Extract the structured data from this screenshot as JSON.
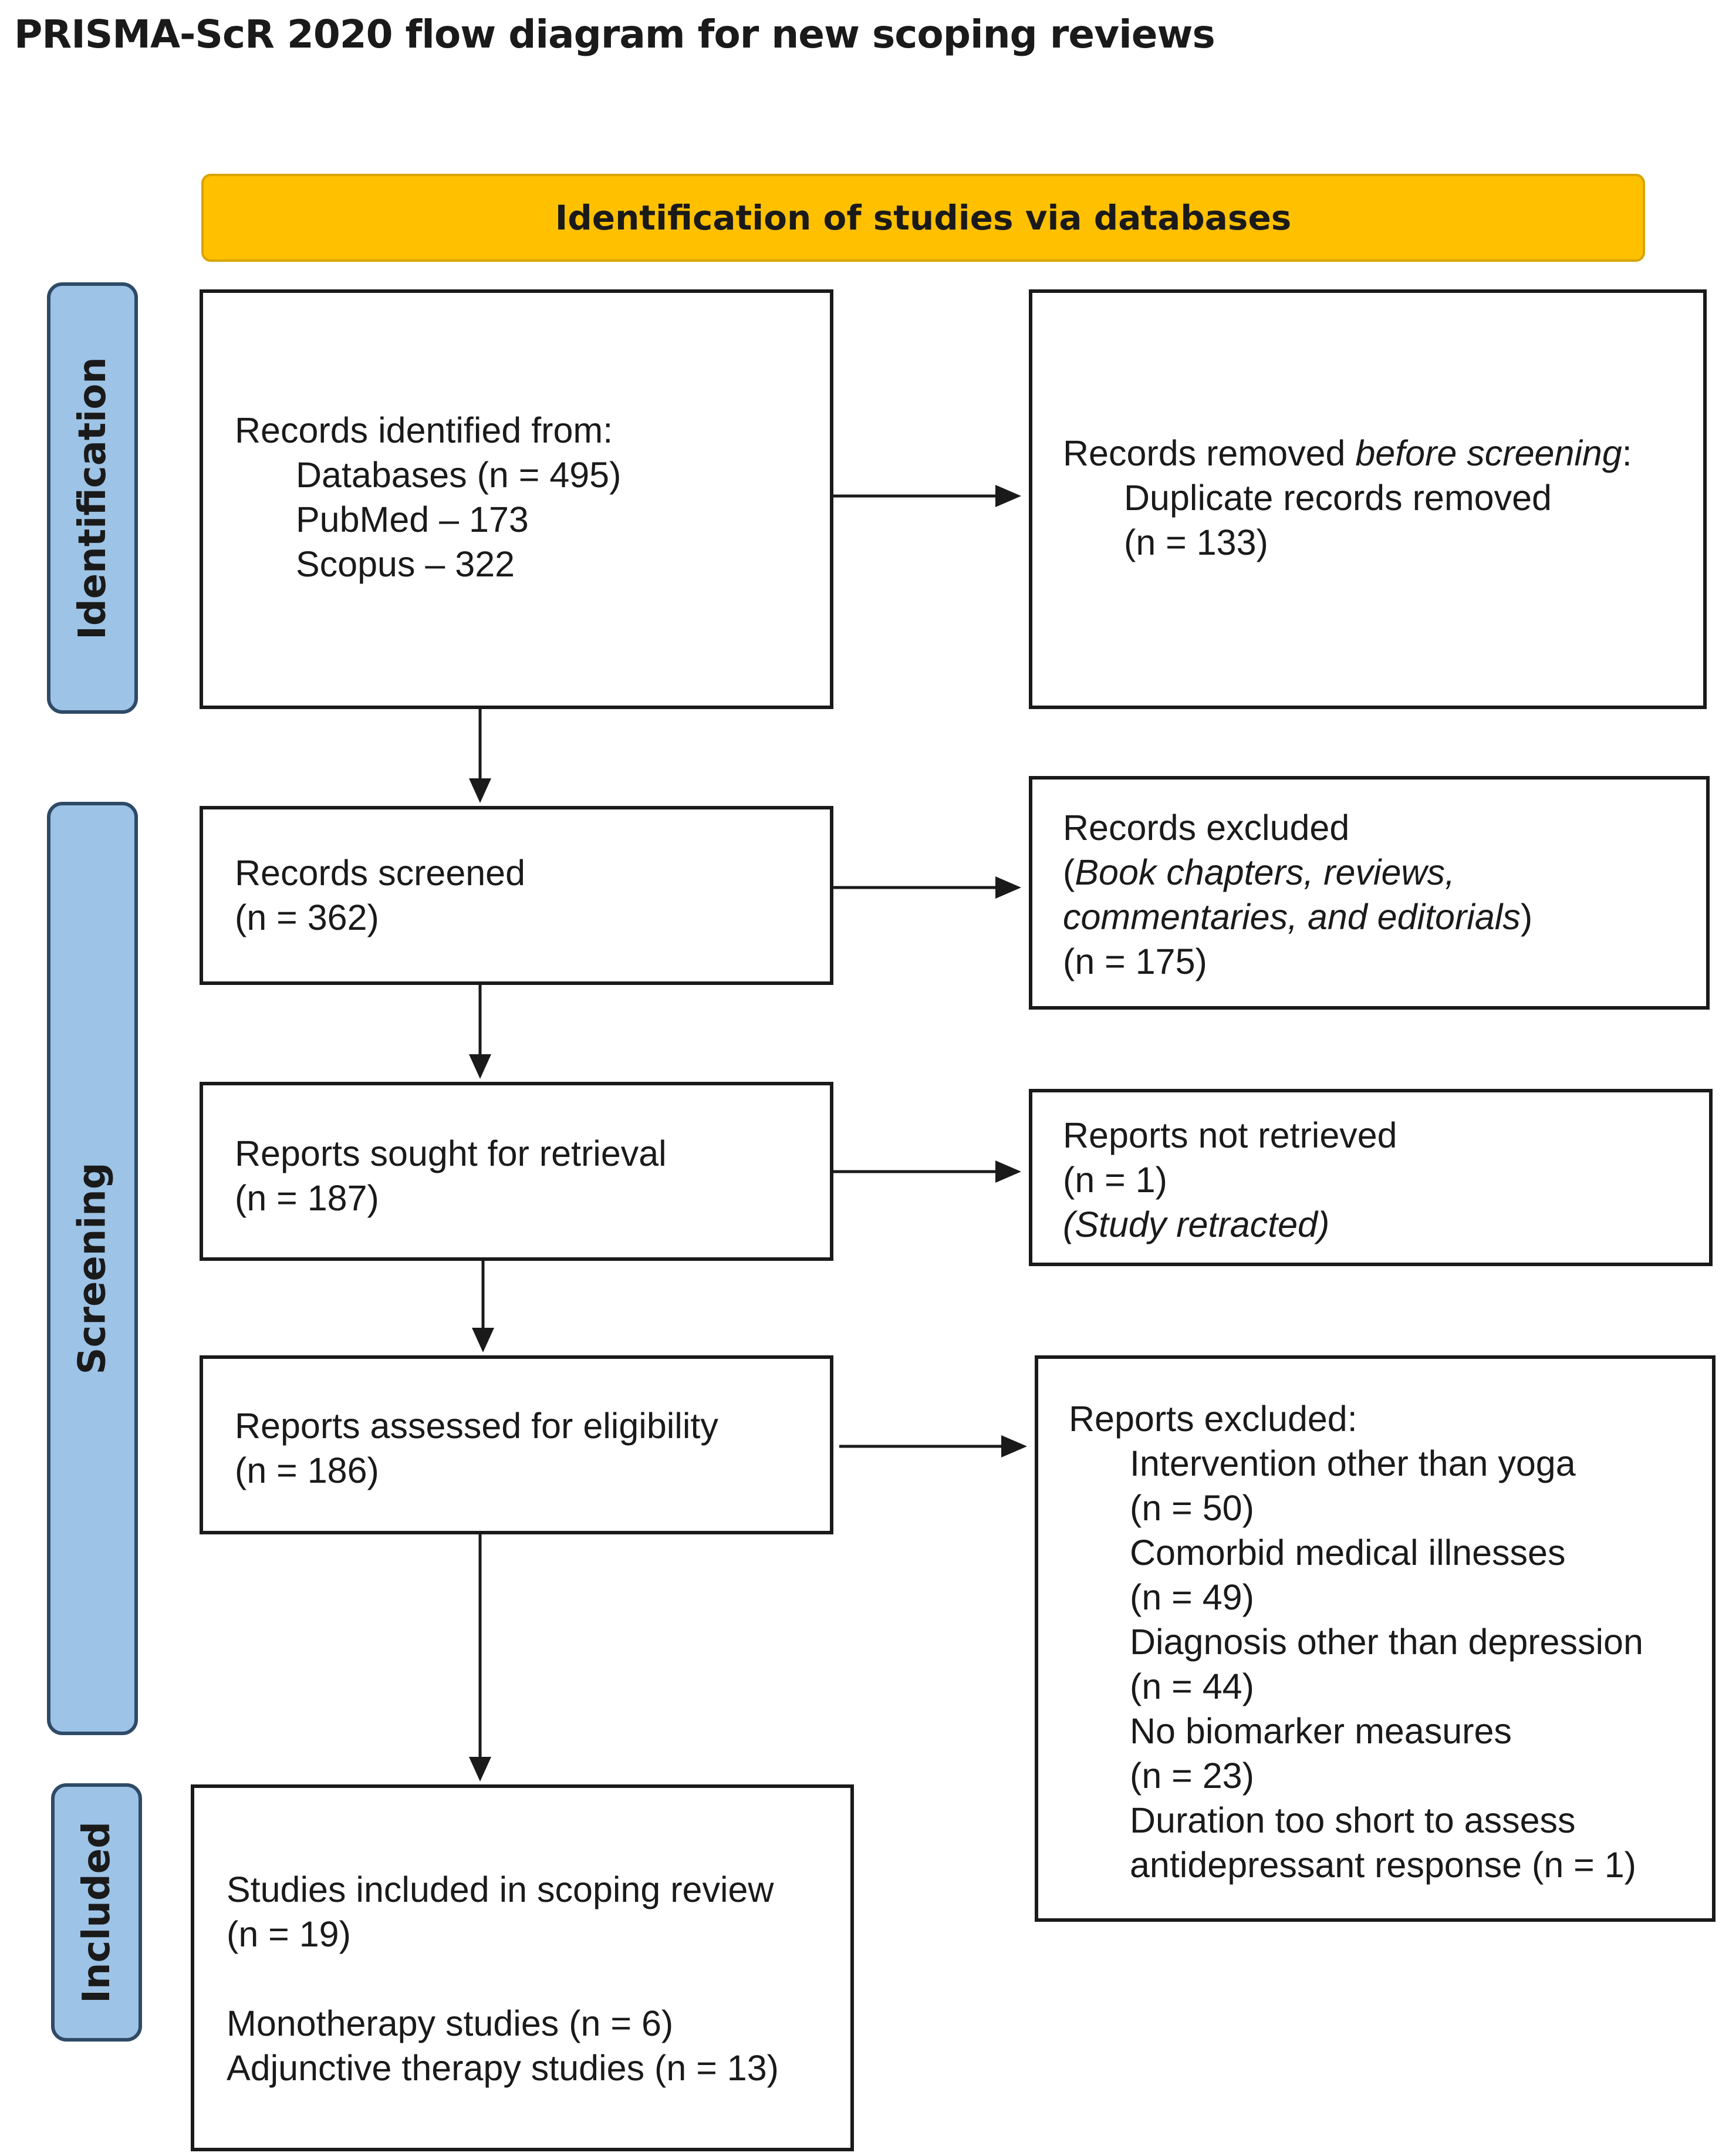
{
  "title": "PRISMA-ScR 2020 flow diagram for new scoping reviews",
  "header": "Identification of studies via databases",
  "phases": {
    "identification": "Identification",
    "screening": "Screening",
    "included": "Included"
  },
  "boxes": {
    "records_identified": {
      "heading": "Records identified from:",
      "databases": "Databases (n = 495)",
      "pubmed": "PubMed – 173",
      "scopus": "Scopus – 322"
    },
    "records_removed": {
      "heading_prefix": "Records removed ",
      "heading_emph": "before screening",
      "heading_suffix": ":",
      "duplicates": "Duplicate records removed",
      "n": "(n = 133)"
    },
    "records_screened": {
      "heading": "Records screened",
      "n": "(n = 362)"
    },
    "records_excluded": {
      "heading": "Records excluded",
      "detail_open": "(",
      "detail_line1": "Book chapters, reviews,",
      "detail_line2": "commentaries, and editorials",
      "detail_close": ")",
      "n": "(n = 175)"
    },
    "reports_sought": {
      "heading": "Reports sought for retrieval",
      "n": "(n = 187)"
    },
    "reports_not_retrieved": {
      "heading": "Reports not retrieved",
      "n": "(n = 1)",
      "note": "(Study retracted)"
    },
    "reports_assessed": {
      "heading": "Reports assessed for eligibility",
      "n": "(n = 186)"
    },
    "reports_excluded": {
      "heading": "Reports excluded:",
      "reasons": [
        {
          "label": "Intervention other than yoga",
          "n": "(n = 50)"
        },
        {
          "label": "Comorbid medical illnesses",
          "n": "(n = 49)"
        },
        {
          "label": "Diagnosis other than depression",
          "n": "(n = 44)"
        },
        {
          "label": "No biomarker measures",
          "n": "(n = 23)"
        },
        {
          "label": "Duration too short to assess",
          "n": "antidepressant response (n = 1)"
        }
      ]
    },
    "studies_included": {
      "heading": "Studies included in scoping review",
      "n": "(n = 19)",
      "monotherapy": "Monotherapy studies (n = 6)",
      "adjunctive": "Adjunctive therapy studies (n = 13)"
    }
  }
}
